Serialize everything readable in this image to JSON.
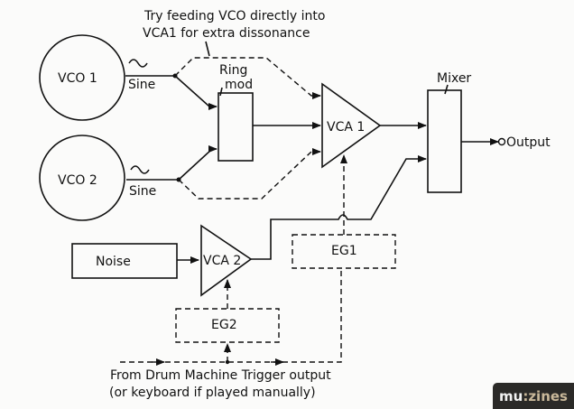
{
  "annotation": {
    "line1": "Try feeding VCO directly into",
    "line2": "VCA1 for extra dissonance"
  },
  "blocks": {
    "vco1": "VCO 1",
    "vco2": "VCO 2",
    "sine1": "Sine",
    "sine2": "Sine",
    "ring1": "Ring",
    "ring2": "mod",
    "vca1": "VCA 1",
    "vca2": "VCA 2",
    "mixer": "Mixer",
    "output": "Output",
    "noise": "Noise",
    "eg1": "EG1",
    "eg2": "EG2"
  },
  "trigger": {
    "line1": "From Drum Machine Trigger output",
    "line2": "(or keyboard if played manually)"
  },
  "badge": {
    "part1": "mu",
    "part2": ":zines"
  }
}
